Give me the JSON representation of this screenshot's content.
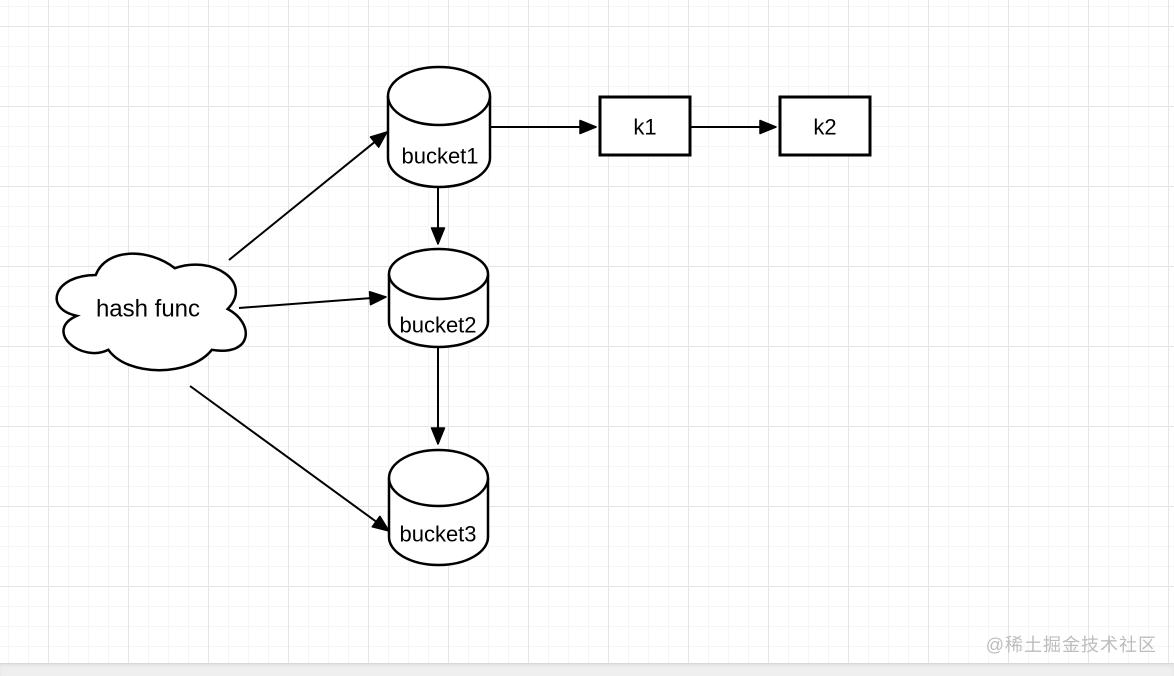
{
  "canvas": {
    "background_color": "#ffffff",
    "grid_major_color": "#e4e4e4",
    "grid_minor_color": "#f6f4f4",
    "shape_stroke_color": "#000000",
    "shape_fill_color": "#ffffff"
  },
  "diagram": {
    "cloud": {
      "label": "hash func",
      "shape": "cloud"
    },
    "buckets": [
      {
        "label": "bucket1",
        "shape": "cylinder"
      },
      {
        "label": "bucket2",
        "shape": "cylinder"
      },
      {
        "label": "bucket3",
        "shape": "cylinder"
      }
    ],
    "keys": [
      {
        "label": "k1",
        "shape": "rectangle"
      },
      {
        "label": "k2",
        "shape": "rectangle"
      }
    ],
    "edges": [
      {
        "from": "hash func",
        "to": "bucket1"
      },
      {
        "from": "hash func",
        "to": "bucket2"
      },
      {
        "from": "hash func",
        "to": "bucket3"
      },
      {
        "from": "bucket1",
        "to": "bucket2"
      },
      {
        "from": "bucket2",
        "to": "bucket3"
      },
      {
        "from": "bucket1",
        "to": "k1"
      },
      {
        "from": "k1",
        "to": "k2"
      }
    ]
  },
  "watermark": {
    "text": "@稀土掘金技术社区",
    "color": "#bdbdbd"
  }
}
